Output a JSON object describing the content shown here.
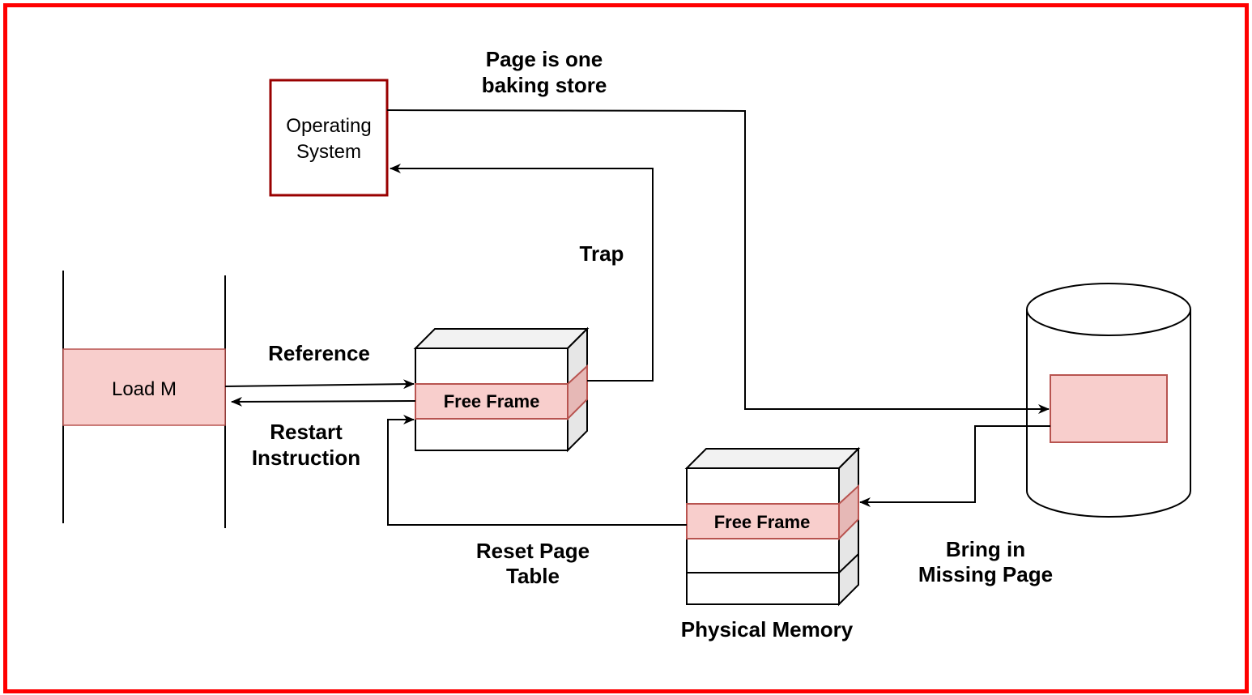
{
  "diagram": {
    "title": "Page fault handling",
    "colors": {
      "border": "#ff0000",
      "os_box": "#990000",
      "highlight_fill": "#f8cecc",
      "highlight_stroke": "#b85450",
      "box_side": "#e6e6e6",
      "box_top": "#f2f2f2"
    },
    "nodes": {
      "operating_system": {
        "line1": "Operating",
        "line2": "System"
      },
      "load_m": {
        "label": "Load M"
      },
      "page_table": {
        "highlight_label": "Free Frame"
      },
      "physical_memory": {
        "highlight_label": "Free Frame",
        "caption": "Physical Memory"
      },
      "backing_store": {
        "label": ""
      }
    },
    "edges": {
      "backing_store_label": {
        "line1": "Page is one",
        "line2": "baking store"
      },
      "trap": {
        "label": "Trap"
      },
      "reference": {
        "label": "Reference"
      },
      "restart": {
        "line1": "Restart",
        "line2": "Instruction"
      },
      "reset": {
        "line1": "Reset Page",
        "line2": "Table"
      },
      "bring_in": {
        "line1": "Bring in",
        "line2": "Missing Page"
      }
    }
  }
}
